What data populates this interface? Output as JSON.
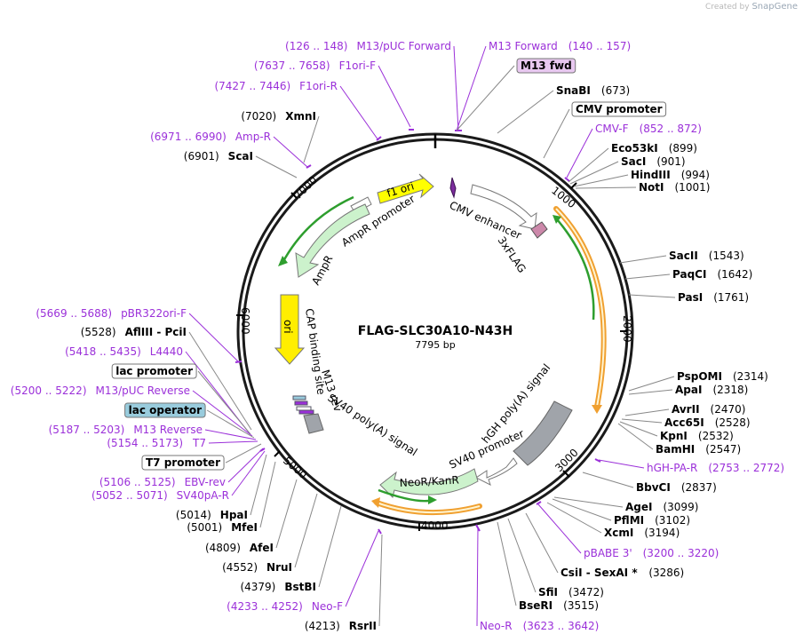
{
  "brand": {
    "created_by": "Created by",
    "app": "SnapGene"
  },
  "plasmid": {
    "name": "FLAG-SLC30A10-N43H",
    "size": "7795 bp"
  },
  "ticks": [
    "1000",
    "2000",
    "3000",
    "4000",
    "5000",
    "6000",
    "7000"
  ],
  "features": {
    "f1_ori": "f1 ori",
    "cmv_enhancer": "CMV enhancer",
    "flag": "3xFLAG",
    "ampr_promoter": "AmpR promoter",
    "ampr": "AmpR",
    "ori": "ori",
    "cap_site": "CAP binding site",
    "m13_rev": "M13 rev",
    "sv40_polya": "SV40 poly(A) signal",
    "hgh_polya": "hGH poly(A) signal",
    "sv40_promoter": "SV40 promoter",
    "neor": "NeoR/KanR"
  },
  "left_labels": [
    {
      "pos": "(126 .. 148)",
      "name": "M13/pUC Forward",
      "color": "#9b30d9"
    },
    {
      "pos": "(7637 .. 7658)",
      "name": "F1ori-F",
      "color": "#9b30d9"
    },
    {
      "pos": "(7427 .. 7446)",
      "name": "F1ori-R",
      "color": "#9b30d9"
    },
    {
      "pos": "(7020)",
      "name": "XmnI",
      "color": "#000000"
    },
    {
      "pos": "(6971 .. 6990)",
      "name": "Amp-R",
      "color": "#9b30d9"
    },
    {
      "pos": "(6901)",
      "name": "ScaI",
      "color": "#000000"
    },
    {
      "pos": "(5669 .. 5688)",
      "name": "pBR322ori-F",
      "color": "#9b30d9"
    },
    {
      "pos": "(5528)",
      "name": "AflIII  -  PciI",
      "color": "#000000"
    },
    {
      "pos": "(5418 .. 5435)",
      "name": "L4440",
      "color": "#9b30d9"
    },
    {
      "pos": "",
      "name": "lac promoter",
      "color": "#000000"
    },
    {
      "pos": "(5200 .. 5222)",
      "name": "M13/pUC Reverse",
      "color": "#9b30d9"
    },
    {
      "pos": "",
      "name": "lac operator",
      "color": "#000000"
    },
    {
      "pos": "(5187 .. 5203)",
      "name": "M13 Reverse",
      "color": "#9b30d9"
    },
    {
      "pos": "(5154 .. 5173)",
      "name": "T7",
      "color": "#9b30d9"
    },
    {
      "pos": "",
      "name": "T7 promoter",
      "color": "#000000"
    },
    {
      "pos": "(5106 .. 5125)",
      "name": "EBV-rev",
      "color": "#9b30d9"
    },
    {
      "pos": "(5052 .. 5071)",
      "name": "SV40pA-R",
      "color": "#9b30d9"
    },
    {
      "pos": "(5014)",
      "name": "HpaI",
      "color": "#000000"
    },
    {
      "pos": "(5001)",
      "name": "MfeI",
      "color": "#000000"
    },
    {
      "pos": "(4809)",
      "name": "AfeI",
      "color": "#000000"
    },
    {
      "pos": "(4552)",
      "name": "NruI",
      "color": "#000000"
    },
    {
      "pos": "(4379)",
      "name": "BstBI",
      "color": "#000000"
    },
    {
      "pos": "(4233 .. 4252)",
      "name": "Neo-F",
      "color": "#9b30d9"
    },
    {
      "pos": "(4213)",
      "name": "RsrII",
      "color": "#000000"
    }
  ],
  "right_labels": [
    {
      "name": "M13 Forward",
      "pos": "(140 .. 157)",
      "color": "#9b30d9"
    },
    {
      "name": "M13 fwd",
      "pos": "",
      "color": "#000000"
    },
    {
      "name": "SnaBI",
      "pos": "(673)",
      "color": "#000000"
    },
    {
      "name": "CMV promoter",
      "pos": "",
      "color": "#000000"
    },
    {
      "name": "CMV-F",
      "pos": "(852 .. 872)",
      "color": "#9b30d9"
    },
    {
      "name": "Eco53kI",
      "pos": "(899)",
      "color": "#000000"
    },
    {
      "name": "SacI",
      "pos": "(901)",
      "color": "#000000"
    },
    {
      "name": "HindIII",
      "pos": "(994)",
      "color": "#000000"
    },
    {
      "name": "NotI",
      "pos": "(1001)",
      "color": "#000000"
    },
    {
      "name": "SacII",
      "pos": "(1543)",
      "color": "#000000"
    },
    {
      "name": "PaqCI",
      "pos": "(1642)",
      "color": "#000000"
    },
    {
      "name": "PasI",
      "pos": "(1761)",
      "color": "#000000"
    },
    {
      "name": "PspOMI",
      "pos": "(2314)",
      "color": "#000000"
    },
    {
      "name": "ApaI",
      "pos": "(2318)",
      "color": "#000000"
    },
    {
      "name": "AvrII",
      "pos": "(2470)",
      "color": "#000000"
    },
    {
      "name": "Acc65I",
      "pos": "(2528)",
      "color": "#000000"
    },
    {
      "name": "KpnI",
      "pos": "(2532)",
      "color": "#000000"
    },
    {
      "name": "BamHI",
      "pos": "(2547)",
      "color": "#000000"
    },
    {
      "name": "hGH-PA-R",
      "pos": "(2753 .. 2772)",
      "color": "#9b30d9"
    },
    {
      "name": "BbvCI",
      "pos": "(2837)",
      "color": "#000000"
    },
    {
      "name": "AgeI",
      "pos": "(3099)",
      "color": "#000000"
    },
    {
      "name": "PflMI",
      "pos": "(3102)",
      "color": "#000000"
    },
    {
      "name": "XcmI",
      "pos": "(3194)",
      "color": "#000000"
    },
    {
      "name": "pBABE 3'",
      "pos": "(3200 .. 3220)",
      "color": "#9b30d9"
    },
    {
      "name": "CsiI  -  SexAI *",
      "pos": "(3286)",
      "color": "#000000"
    },
    {
      "name": "SfiI",
      "pos": "(3472)",
      "color": "#000000"
    },
    {
      "name": "BseRI",
      "pos": "(3515)",
      "color": "#000000"
    },
    {
      "name": "Neo-R",
      "pos": "(3623 .. 3642)",
      "color": "#9b30d9"
    }
  ],
  "colors": {
    "backbone": "#1a1a1a",
    "primer": "#9b30d9",
    "f1ori": "#ffff00",
    "ampr": "#ccf2cc",
    "ori": "#ffee00",
    "orf_orange": "#f0a030",
    "orf_green": "#2e9e2e",
    "flag": "#cc88aa",
    "lac_operator": "#99ccdd",
    "polya": "#999999"
  }
}
